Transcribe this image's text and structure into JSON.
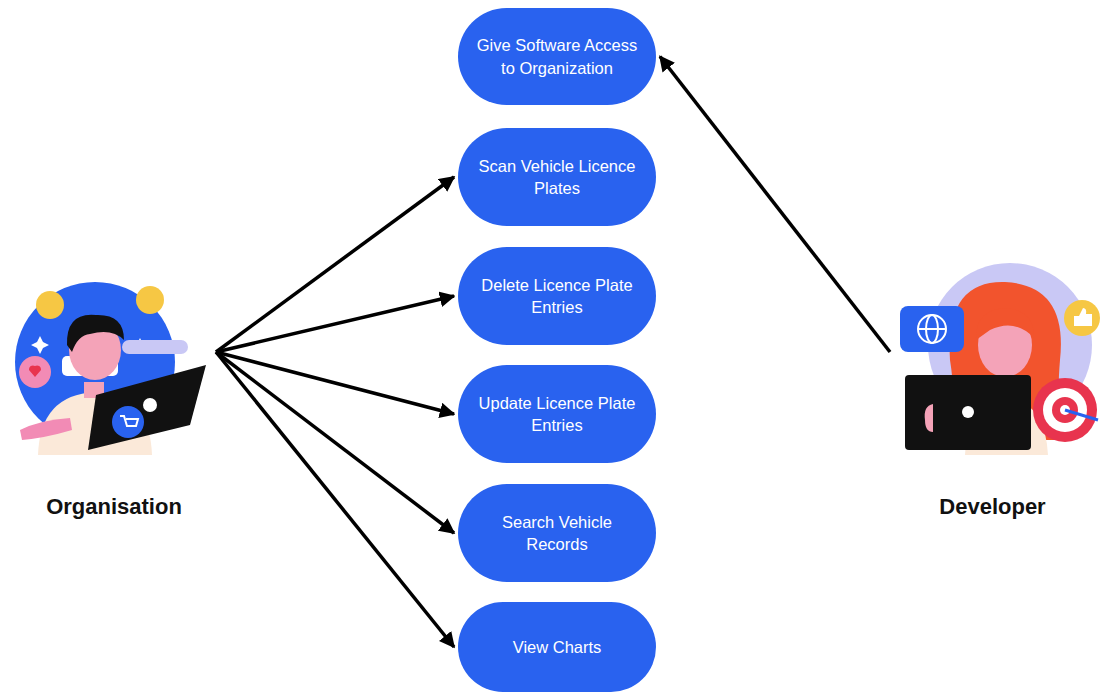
{
  "diagram": {
    "nodes": [
      {
        "text": [
          "Give Software Access to Organization"
        ]
      },
      {
        "text": [
          "Scan Vehicle Licence Plates"
        ]
      },
      {
        "text": [
          "Delete Licence Plate Entries"
        ]
      },
      {
        "text": [
          "Update Licence Plate Entries"
        ]
      },
      {
        "text": [
          "Search Vehicle Records"
        ]
      },
      {
        "text": [
          "View Charts"
        ]
      },
      {
        "text": [
          "Organisation"
        ]
      },
      {
        "text": [
          "Developer"
        ]
      }
    ],
    "edges": [
      {
        "from": 6,
        "to": 1,
        "arrow": "to"
      },
      {
        "from": 6,
        "to": 2,
        "arrow": "to"
      },
      {
        "from": 6,
        "to": 3,
        "arrow": "to"
      },
      {
        "from": 6,
        "to": 4,
        "arrow": "to"
      },
      {
        "from": 6,
        "to": 5,
        "arrow": "to"
      },
      {
        "from": 7,
        "to": 0,
        "arrow": "to"
      }
    ]
  }
}
